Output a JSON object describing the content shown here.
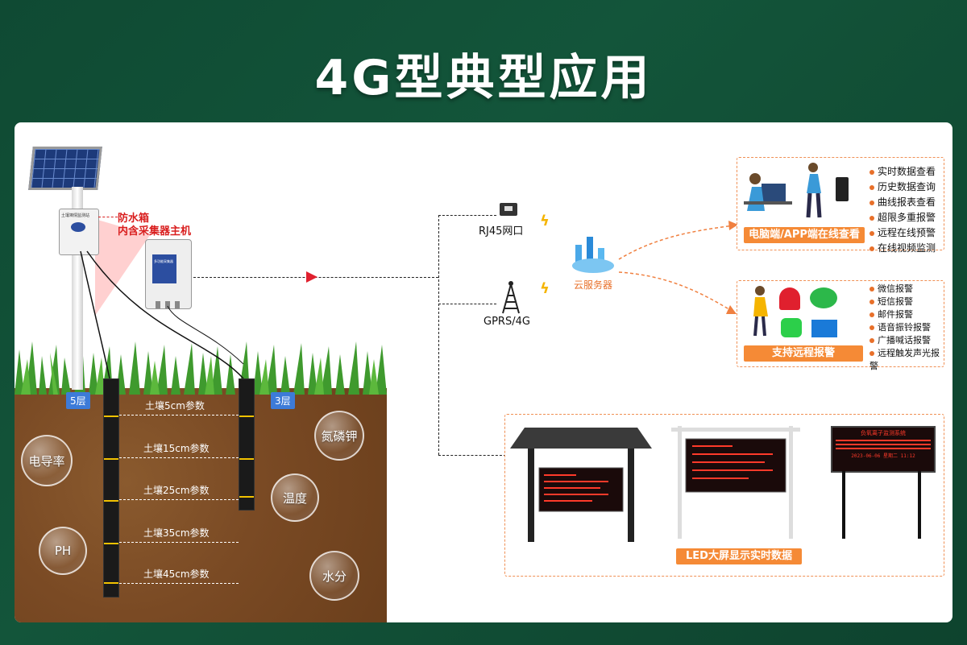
{
  "title": "4G型典型应用",
  "station": {
    "box_note_line1": "防水箱",
    "box_note_line2": "内含采集器主机",
    "box_label": "土壤墒情监测站",
    "collector_label": "多功能采集器"
  },
  "soil": {
    "left_layer": "5层",
    "right_layer": "3层",
    "depths": [
      "土壤5cm参数",
      "土壤15cm参数",
      "土壤25cm参数",
      "土壤35cm参数",
      "土壤45cm参数"
    ],
    "bubbles": [
      "电导率",
      "氮磷钾",
      "温度",
      "PH",
      "水分"
    ]
  },
  "network": {
    "rj45": "RJ45网口",
    "gprs": "GPRS/4G",
    "cloud": "云服务器"
  },
  "online": {
    "button": "电脑端/APP端在线查看",
    "features": [
      "实时数据查看",
      "历史数据查询",
      "曲线报表查看",
      "超限多重报警",
      "远程在线预警",
      "在线视频监测"
    ]
  },
  "alarm": {
    "button": "支持远程报警",
    "features": [
      "微信报警",
      "短信报警",
      "邮件报警",
      "语音振铃报警",
      "广播喊话报警",
      "远程触发声光报警"
    ]
  },
  "led": {
    "button": "LED大屏显示实时数据",
    "screen3_title": "负氧离子监测系统",
    "screen3_date": "2023-06-06 星期二 11:12"
  },
  "colors": {
    "accent": "#f58a36",
    "arrow": "#e0202e",
    "bg": "#13553a"
  }
}
